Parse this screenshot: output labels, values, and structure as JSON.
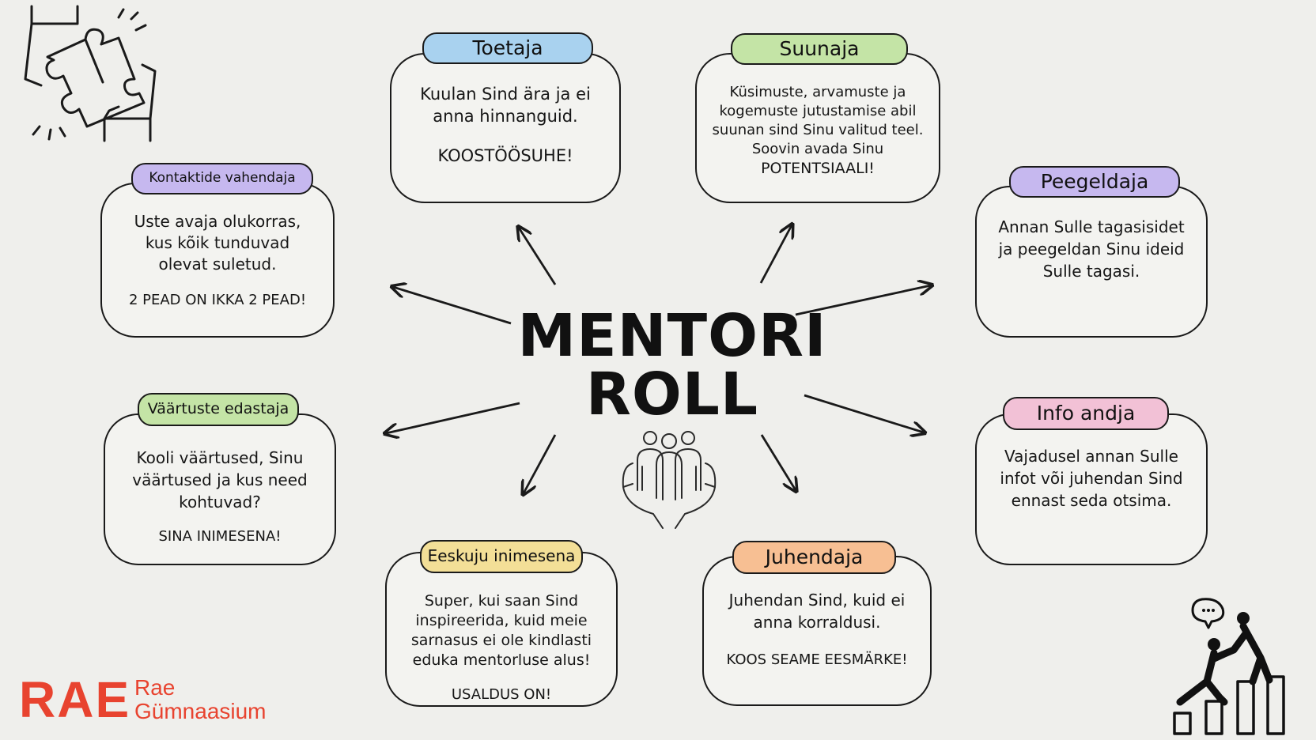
{
  "title": {
    "line1": "MENTORI",
    "line2": "ROLL"
  },
  "roles": [
    {
      "id": "toetaja",
      "label": "Toetaja",
      "color": "#a9d2ef",
      "text": "Kuulan Sind ära ja ei anna hinnanguid.",
      "tag": "KOOSTÖÖSUHE!"
    },
    {
      "id": "suunaja",
      "label": "Suunaja",
      "color": "#c4e4a6",
      "text": "Küsimuste, arvamuste ja kogemuste jutustamise abil suunan sind Sinu valitud teel. Soovin avada Sinu",
      "tag": "POTENTSIAALI!"
    },
    {
      "id": "kontaktide-vahendaja",
      "label": "Kontaktide vahendaja",
      "color": "#c6b8ef",
      "text": "Uste avaja olukorras, kus kõik tunduvad olevat suletud.",
      "tag": "2 PEAD ON IKKA 2 PEAD!"
    },
    {
      "id": "peegeldaja",
      "label": "Peegeldaja",
      "color": "#c6b8ef",
      "text": "Annan Sulle tagasisidet ja peegeldan Sinu ideid Sulle tagasi.",
      "tag": ""
    },
    {
      "id": "vaartuste-edastaja",
      "label": "Väärtuste edastaja",
      "color": "#c4e4a6",
      "text": "Kooli väärtused, Sinu väärtused ja kus need kohtuvad?",
      "tag": "SINA INIMESENA!"
    },
    {
      "id": "info-andja",
      "label": "Info andja",
      "color": "#f2c1d6",
      "text": "Vajadusel annan Sulle infot või juhendan Sind ennast seda otsima.",
      "tag": ""
    },
    {
      "id": "eeskuju-inimesena",
      "label": "Eeskuju inimesena",
      "color": "#f3df97",
      "text": "Super, kui saan Sind inspireerida, kuid meie sarnasus ei ole kindlasti eduka mentorluse alus!",
      "tag": "USALDUS ON!"
    },
    {
      "id": "juhendaja",
      "label": "Juhendaja",
      "color": "#f7bf93",
      "text": "Juhendan Sind, kuid ei anna korraldusi.",
      "tag": "KOOS SEAME EESMÄRKE!"
    }
  ],
  "logo": {
    "mark": "RAE",
    "line1": "Rae",
    "line2": "Gümnaasium",
    "color": "#e8432f"
  },
  "icons": {
    "puzzle": "puzzle-hands-icon",
    "center": "people-in-hands-icon",
    "steps": "helping-hand-steps-icon"
  }
}
